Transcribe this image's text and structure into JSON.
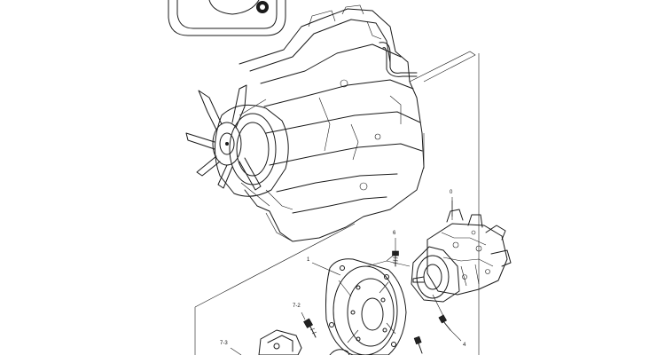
{
  "diagram": {
    "callouts": {
      "c0": "0",
      "c1": "1",
      "c4": "4",
      "c6": "6",
      "c7_2": "7-2",
      "c7_3": "7-3"
    },
    "colors": {
      "line": "#1a1a1a",
      "background": "#ffffff"
    },
    "parts": [
      "engine",
      "engine-cover",
      "cooling-fan",
      "flywheel-coupling",
      "hydraulic-pump",
      "bolt",
      "bracket"
    ]
  }
}
